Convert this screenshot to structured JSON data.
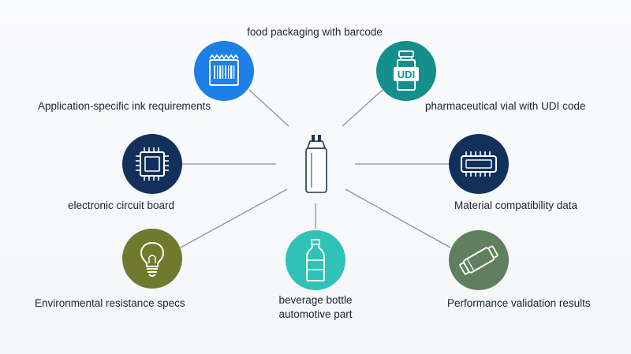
{
  "nodes": [
    {
      "key": "food",
      "label": "food packaging with barcode",
      "color": "#1e7fe6",
      "icon": "barcode-package-icon"
    },
    {
      "key": "app",
      "label": "Application-specific ink requirements",
      "color": "#1e7fe6",
      "icon": "barcode-package-icon"
    },
    {
      "key": "pharma",
      "label": "pharmaceutical vial with UDI code",
      "color": "#148f8c",
      "icon": "udi-vial-icon",
      "vial_text": "UDI"
    },
    {
      "key": "electronic",
      "label": "electronic circuit board",
      "color": "#12305c",
      "icon": "microchip-icon"
    },
    {
      "key": "material",
      "label": "Material compatibility data",
      "color": "#12305c",
      "icon": "chip-module-icon"
    },
    {
      "key": "environmental",
      "label": "Environmental resistance specs",
      "color": "#6f7a2e",
      "icon": "lightbulb-icon"
    },
    {
      "key": "beverage",
      "label": "beverage bottle",
      "color": "#2fc2b6",
      "icon": "bottle-icon"
    },
    {
      "key": "automotive",
      "label": "automotive part",
      "color": "#2fc2b6",
      "icon": "bottle-icon"
    },
    {
      "key": "performance",
      "label": "Performance validation results",
      "color": "#5f7f5e",
      "icon": "cylinder-part-icon"
    }
  ],
  "colors": {
    "connector": "#8a93a0",
    "icon_stroke": "#ffffff",
    "hub_stroke": "#1d3557"
  }
}
